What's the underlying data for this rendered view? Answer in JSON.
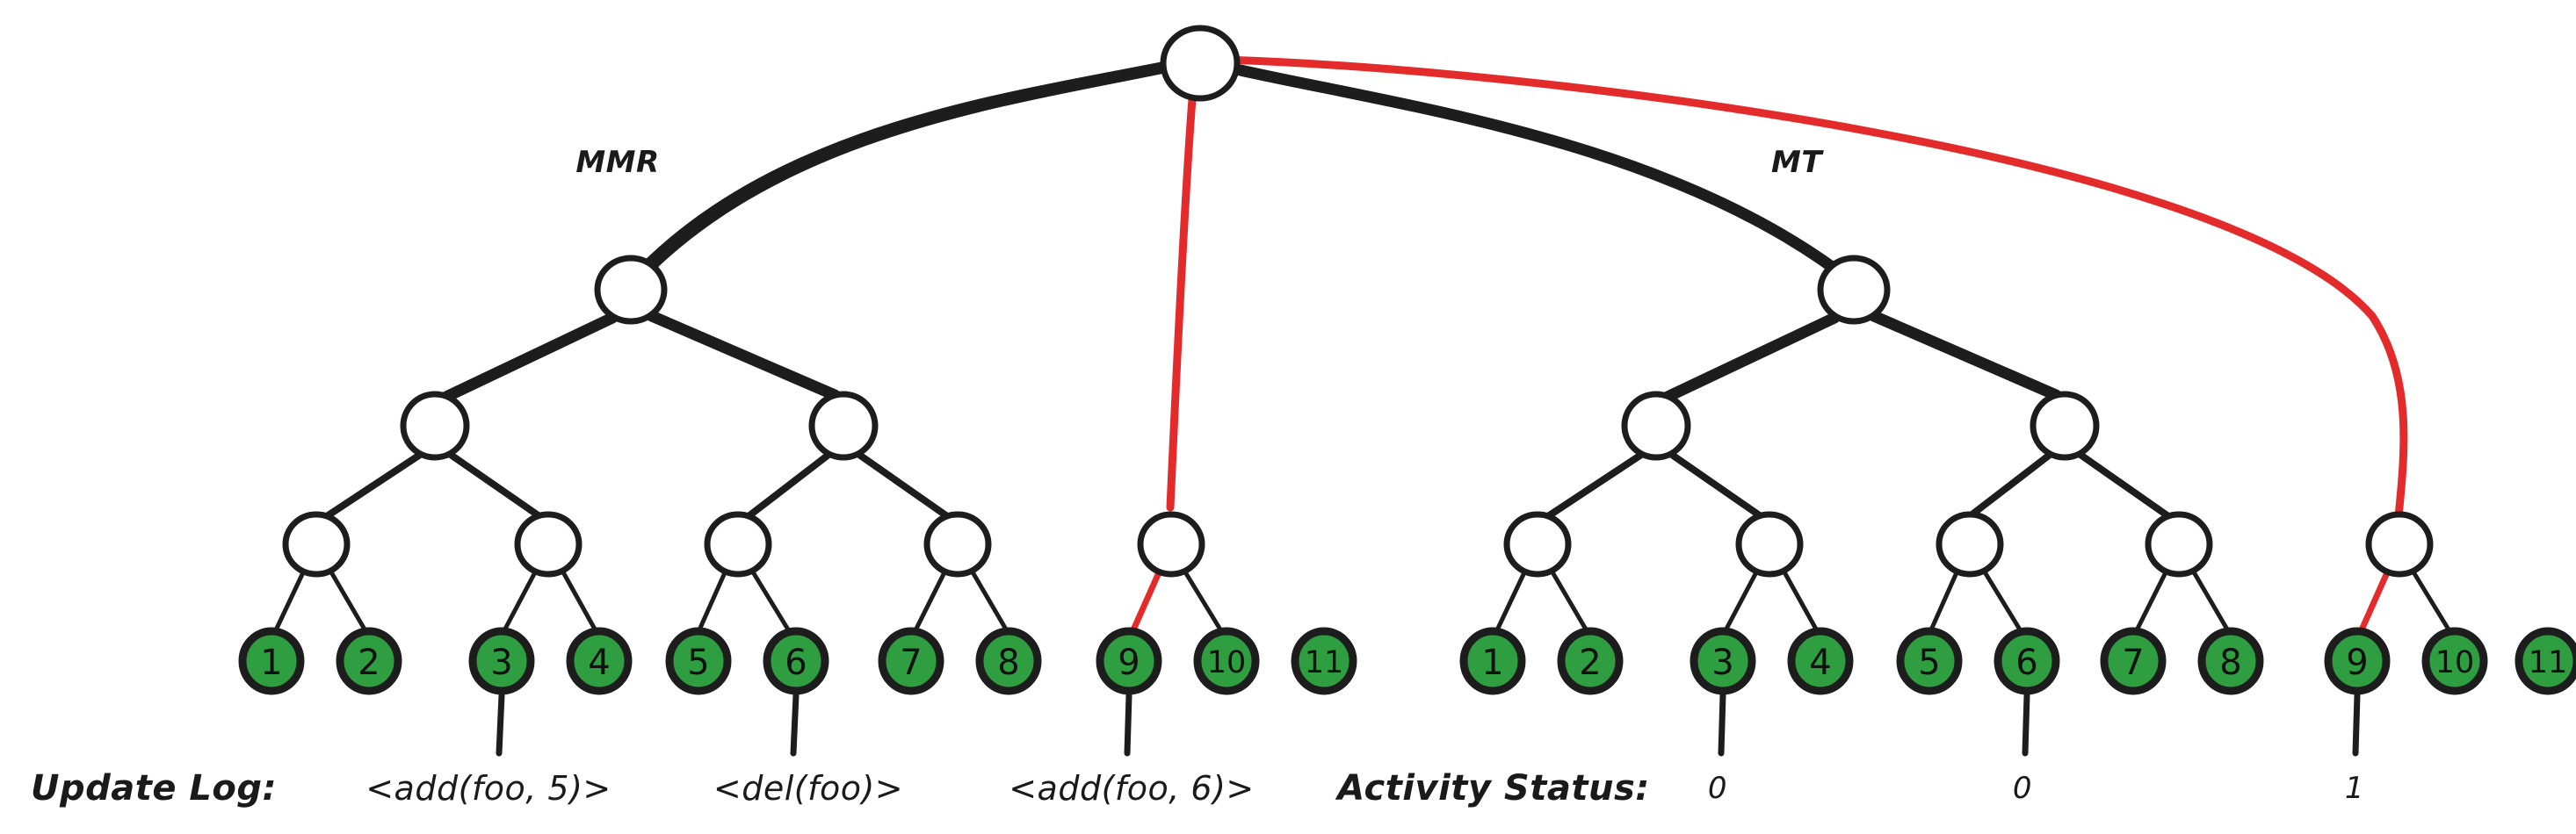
{
  "diagram": {
    "title_hidden": "",
    "colors": {
      "leaf_fill": "#2e9e41",
      "stroke": "#1d1d1d",
      "highlight": "#e32b2b",
      "background": "#ffffff"
    },
    "trees": [
      {
        "id": "mmr",
        "label": "MMR",
        "leaves": [
          "1",
          "2",
          "3",
          "4",
          "5",
          "6",
          "7",
          "8",
          "9",
          "10",
          "11"
        ]
      },
      {
        "id": "mt",
        "label": "MT",
        "leaves": [
          "1",
          "2",
          "3",
          "4",
          "5",
          "6",
          "7",
          "8",
          "9",
          "10",
          "11"
        ]
      }
    ],
    "update_log": {
      "title": "Update Log:",
      "entries": [
        {
          "leaf": "3",
          "text": "<add(foo, 5)>"
        },
        {
          "leaf": "6",
          "text": "<del(foo)>"
        },
        {
          "leaf": "9",
          "text": "<add(foo, 6)>"
        }
      ]
    },
    "activity_status": {
      "title": "Activity Status:",
      "entries": [
        {
          "leaf": "3",
          "value": "0"
        },
        {
          "leaf": "6",
          "value": "0"
        },
        {
          "leaf": "9",
          "value": "1"
        }
      ]
    }
  }
}
